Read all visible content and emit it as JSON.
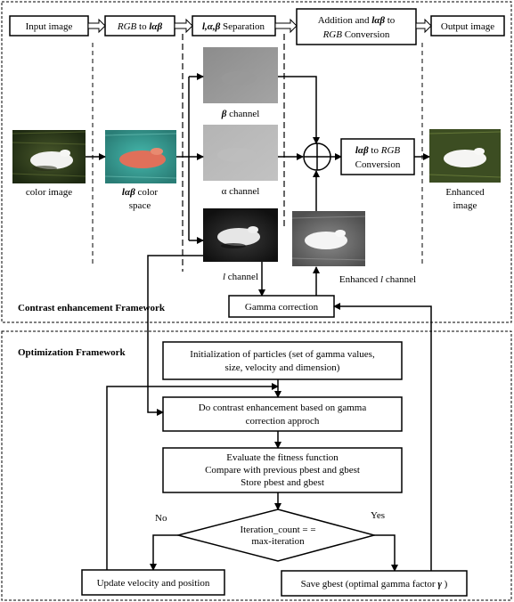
{
  "pipeline": {
    "input_image": "Input image",
    "rgb_to_lab_rgb": "RGB",
    "rgb_to_lab_to": " to ",
    "rgb_to_lab_lab": "lαβ",
    "separation_prefix": "l,α,β",
    "separation_suffix": " Separation",
    "addition_line1": "Addition and ",
    "addition_line1_lab": "lαβ",
    "addition_line1_to": " to",
    "addition_line2_rgb": "RGB",
    "addition_line2_conv": " Conversion",
    "output_image": "Output image"
  },
  "contrast": {
    "color_image_label": "color image",
    "lab_space_line1_lab": "lαβ",
    "lab_space_line1_rest": " color",
    "lab_space_line2": "space",
    "beta_channel_sym": "β",
    "beta_channel_rest": " channel",
    "alpha_channel_label": "α channel",
    "l_channel_sym": "l",
    "l_channel_rest": " channel",
    "lab_to_rgb_line1_lab": "lαβ",
    "lab_to_rgb_line1_to": " to ",
    "lab_to_rgb_line1_rgb": "RGB",
    "lab_to_rgb_line2": "Conversion",
    "enhanced_image_line1": "Enhanced",
    "enhanced_image_line2": "image",
    "enhanced_l_prefix": "Enhanced ",
    "enhanced_l_sym": "l",
    "enhanced_l_suffix": " channel",
    "gamma_correction": "Gamma correction",
    "framework_title": "Contrast enhancement Framework"
  },
  "optimization": {
    "framework_title": "Optimization Framework",
    "init_line1": "Initialization of particles (set of gamma values,",
    "init_line2": "size, velocity and dimension)",
    "do_line1": "Do contrast enhancement based on gamma",
    "do_line2": "correction approch",
    "eval_line1": "Evaluate the fitness function",
    "eval_line2": "Compare with previous pbest and gbest",
    "eval_line3": "Store pbest and gbest",
    "decision_line1": "Iteration_count = =",
    "decision_line2": "max-iteration",
    "no_label": "No",
    "yes_label": "Yes",
    "update_label": "Update velocity and position",
    "save_prefix": "Save gbest (optimal gamma factor ",
    "save_sym": "γ",
    "save_suffix": " )"
  },
  "colors": {
    "line": "#000000",
    "background": "#ffffff",
    "lab_tint": "#3fa9a0",
    "lab_patch": "#e0705a",
    "grass": "#2f3d1e"
  }
}
